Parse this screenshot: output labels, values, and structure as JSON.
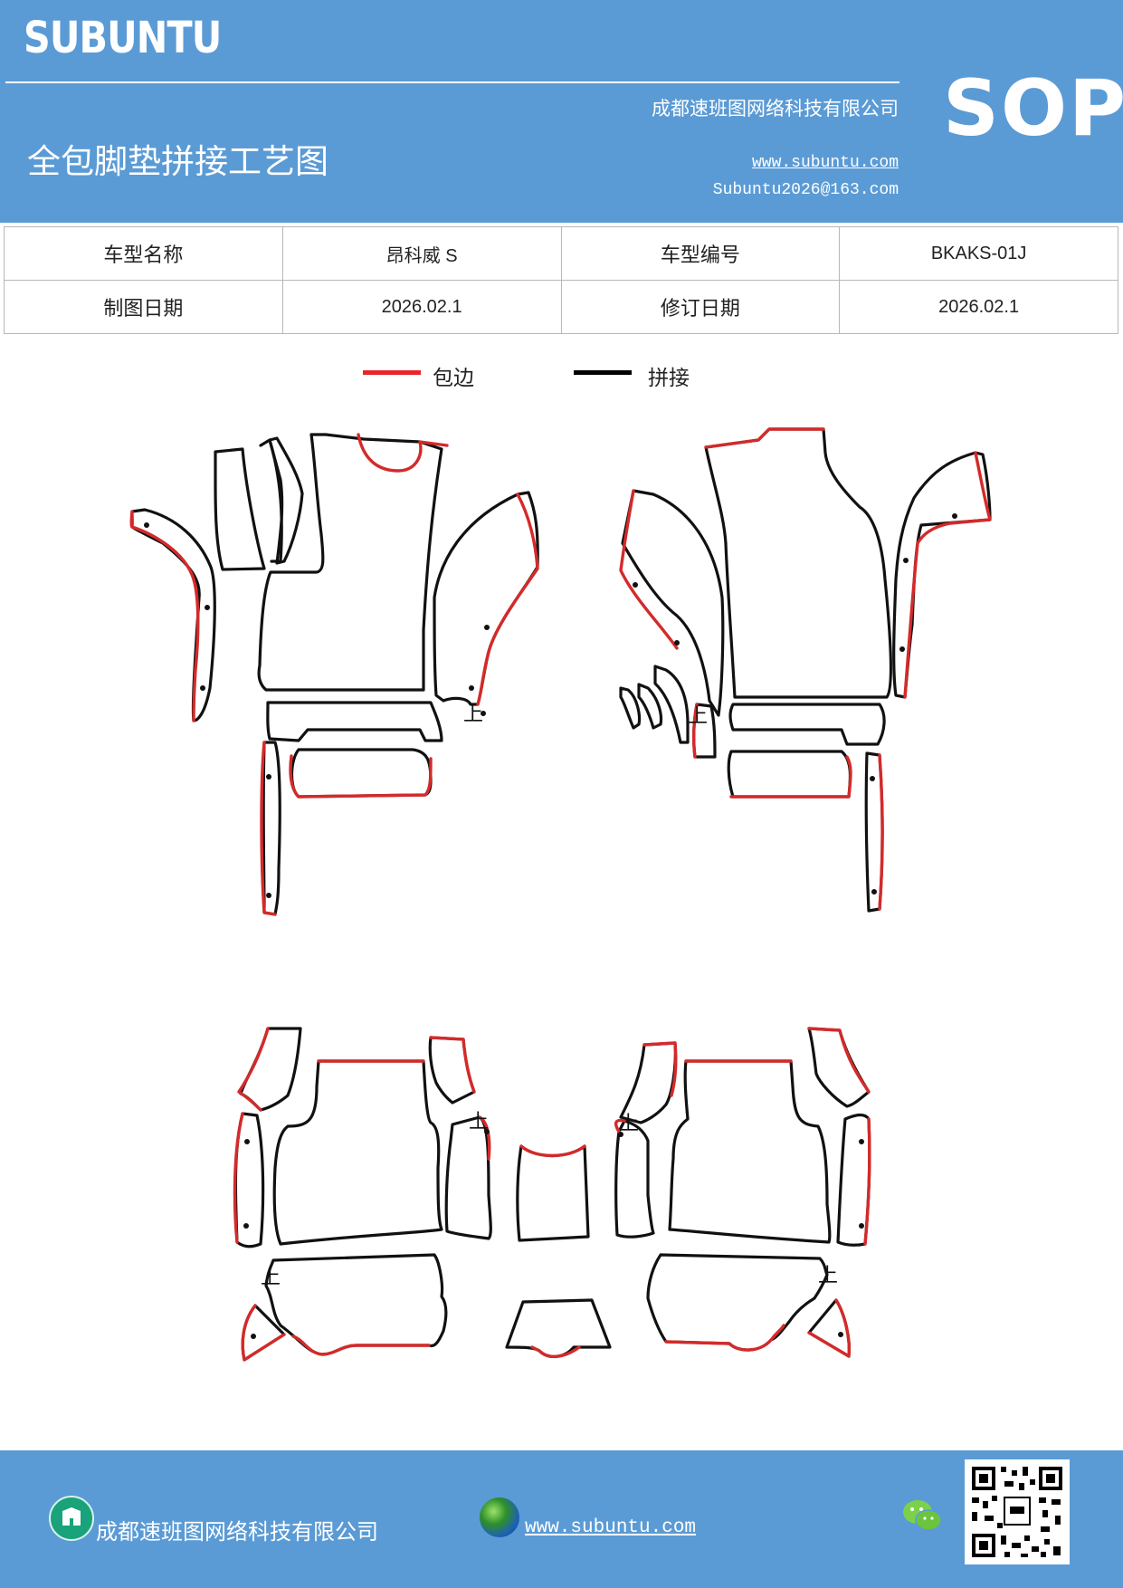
{
  "header": {
    "brand": "SUBUNTU",
    "company": "成都速班图网络科技有限公司",
    "title": "全包脚垫拼接工艺图",
    "url": "www.subuntu.com",
    "email": "Subuntu2026@163.com",
    "badge": "SOP"
  },
  "info": {
    "row1": {
      "label1": "车型名称",
      "value1": "昂科威 S",
      "label2": "车型编号",
      "value2": "BKAKS-01J"
    },
    "row2": {
      "label1": "制图日期",
      "value1": "2026.02.1",
      "label2": "修订日期",
      "value2": "2026.02.1"
    }
  },
  "legend": {
    "items": [
      {
        "label": "包边",
        "color": "#e8262a"
      },
      {
        "label": "拼接",
        "color": "#000000"
      }
    ]
  },
  "diagram": {
    "marker_text": "上",
    "colors": {
      "edge": "#d42a2a",
      "seam": "#111111"
    }
  },
  "footer": {
    "company": "成都速班图网络科技有限公司",
    "url": "www.subuntu.com",
    "icons": [
      "building-icon",
      "globe-icon",
      "wechat-icon",
      "qr-code"
    ]
  }
}
